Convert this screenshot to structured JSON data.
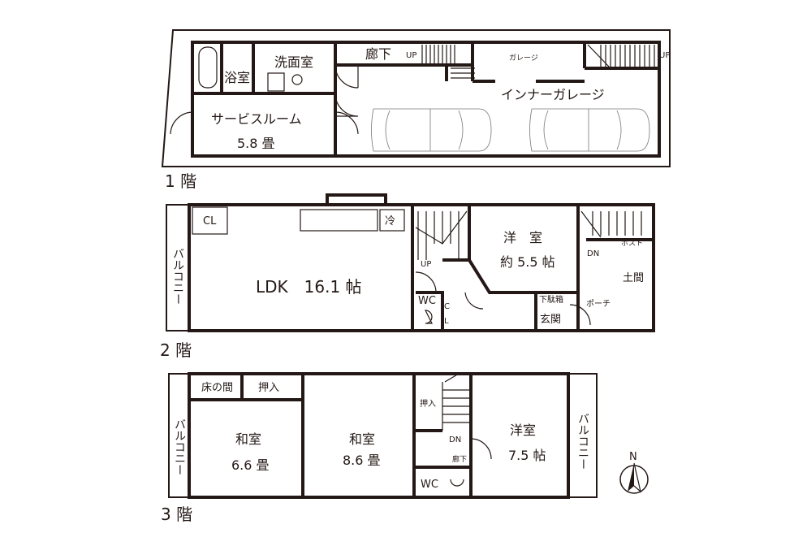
{
  "floor1": {
    "level": "1 階",
    "bath": "浴室",
    "washroom": "洗面室",
    "corridor": "廊下",
    "up1": "UP",
    "garage": "ガレージ",
    "up2": "UP",
    "inner_garage": "インナーガレージ",
    "service_room": "サービスルーム",
    "service_room_size": "5.8 畳"
  },
  "floor2": {
    "level": "2 階",
    "closet": "CL",
    "fridge": "冷",
    "balcony": "バルコニー",
    "ldk": "LDK　16.1 帖",
    "up": "UP",
    "wc": "WC",
    "c": "C",
    "l": "L",
    "western_room": "洋　室",
    "western_room_size": "約 5.5 帖",
    "dn": "DN",
    "post": "ポスト",
    "doma": "土間",
    "shoe_box": "下駄箱",
    "entrance": "玄関",
    "porch": "ポーチ"
  },
  "floor3": {
    "level": "3 階",
    "tokonoma": "床の間",
    "oshiire1": "押入",
    "washitsu1": "和室",
    "washitsu1_size": "6.6 畳",
    "washitsu2": "和室",
    "washitsu2_size": "8.6 畳",
    "oshiire2": "押入",
    "dn": "DN",
    "corridor": "廊下",
    "wc": "WC",
    "western_room": "洋室",
    "western_room_size": "7.5 帖",
    "balcony_left": "バルコニー",
    "balcony_right": "バルコニー",
    "north": "N"
  }
}
